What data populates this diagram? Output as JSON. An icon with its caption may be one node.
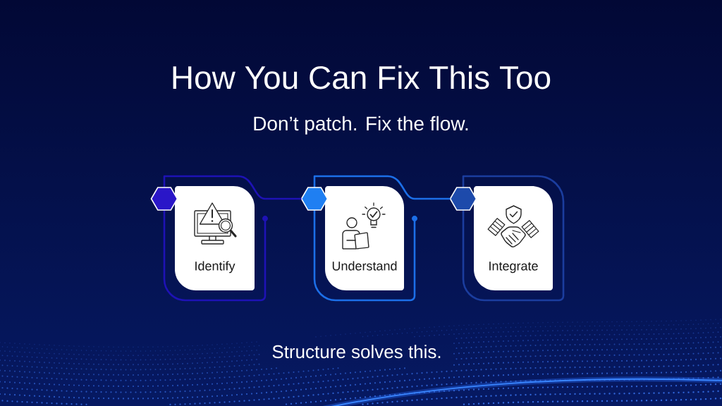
{
  "diagram": {
    "title": "How You Can Fix This Too",
    "nodes": [
      {
        "text": [
          "Identify"
        ]
      },
      {
        "text": [
          "Understand"
        ]
      },
      {
        "text": [
          "Integrate"
        ]
      },
      {
        "text": [],
        "shape": "hexagon"
      },
      {
        "text": [],
        "shape": "hexagon"
      },
      {
        "text": [],
        "shape": "hexagon"
      }
    ],
    "edges": [
      {
        "from": 0,
        "to": 4,
        "arrow": "none",
        "color": "#1e12b5"
      },
      {
        "from": 1,
        "to": 5,
        "arrow": "none",
        "color": "#1c6fe8"
      }
    ],
    "labels": [
      "Don’t patch. Fix the flow.",
      "Structure solves this."
    ]
  }
}
